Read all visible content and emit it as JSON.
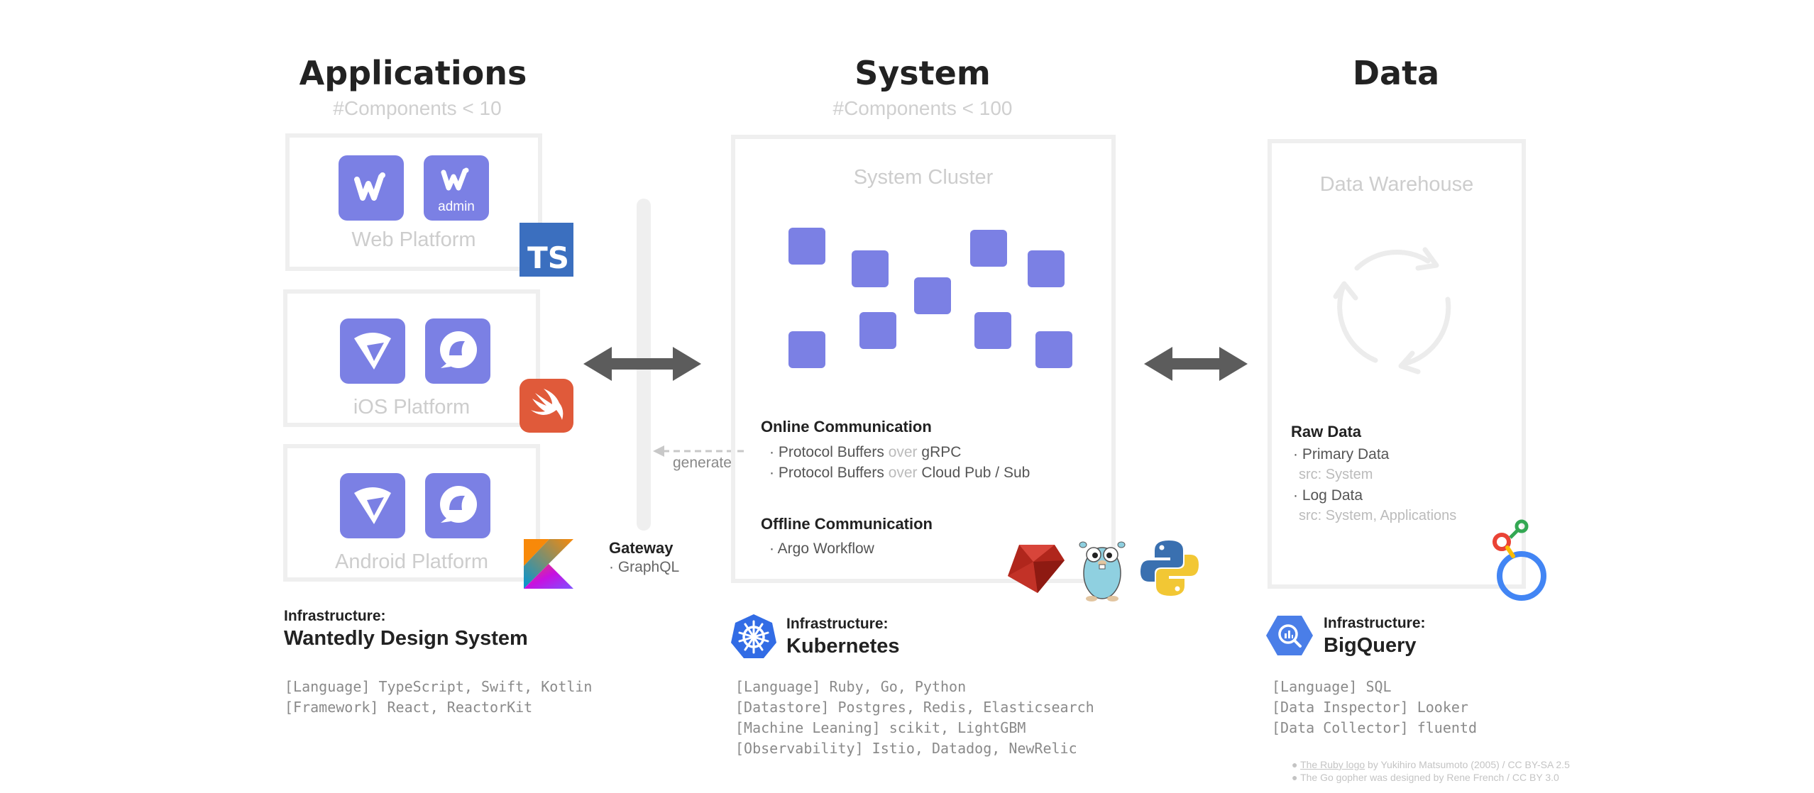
{
  "columns": {
    "applications": {
      "title": "Applications",
      "subtitle": "#Components < 10"
    },
    "system": {
      "title": "System",
      "subtitle": "#Components < 100"
    },
    "data": {
      "title": "Data"
    }
  },
  "applications": {
    "platforms": [
      {
        "label": "Web Platform",
        "icons": [
          "wantedly-w-icon",
          "wantedly-admin-icon"
        ],
        "admin_text": "admin",
        "lang_badge": "TS"
      },
      {
        "label": "iOS Platform",
        "icons": [
          "visit-app-icon",
          "people-app-icon"
        ]
      },
      {
        "label": "Android Platform",
        "icons": [
          "visit-app-icon",
          "people-app-icon"
        ]
      }
    ],
    "gateway": {
      "title": "Gateway",
      "item": "· GraphQL"
    },
    "generate_label": "generate",
    "infrastructure": {
      "label": "Infrastructure:",
      "name": "Wantedly Design System"
    },
    "stack": [
      "[Language] TypeScript, Swift, Kotlin",
      "[Framework] React, ReactorKit"
    ]
  },
  "system": {
    "cluster_label": "System Cluster",
    "online": {
      "title": "Online Communication",
      "items": [
        {
          "a": "Protocol Buffers",
          "over": "over",
          "b": "gRPC"
        },
        {
          "a": "Protocol Buffers",
          "over": "over",
          "b": "Cloud Pub / Sub"
        }
      ]
    },
    "offline": {
      "title": "Offline Communication",
      "items": [
        "Argo Workflow"
      ]
    },
    "infrastructure": {
      "label": "Infrastructure:",
      "name": "Kubernetes"
    },
    "stack": [
      "[Language] Ruby, Go, Python",
      "[Datastore] Postgres, Redis, Elasticsearch",
      "[Machine Leaning] scikit, LightGBM",
      "[Observability] Istio, Datadog, NewRelic"
    ]
  },
  "data": {
    "warehouse_label": "Data Warehouse",
    "raw_title": "Raw Data",
    "items": [
      {
        "name": "Primary Data",
        "src": "src: System"
      },
      {
        "name": "Log Data",
        "src": "src: System, Applications"
      }
    ],
    "infrastructure": {
      "label": "Infrastructure:",
      "name": "BigQuery"
    },
    "stack": [
      "[Language] SQL",
      "[Data Inspector] Looker",
      "[Data Collector] fluentd"
    ]
  },
  "credits": [
    {
      "link": "The Ruby logo",
      "rest": " by Yukihiro Matsumoto (2005) / CC BY-SA 2.5"
    },
    {
      "link": "",
      "rest": "The Go gopher was designed by Rene French / CC BY 3.0"
    }
  ],
  "colors": {
    "accent": "#7b80e4",
    "panel_border": "#efefef",
    "arrow": "#5c5c5c",
    "k8s": "#326ce5",
    "bigquery": "#4a7ee8"
  }
}
